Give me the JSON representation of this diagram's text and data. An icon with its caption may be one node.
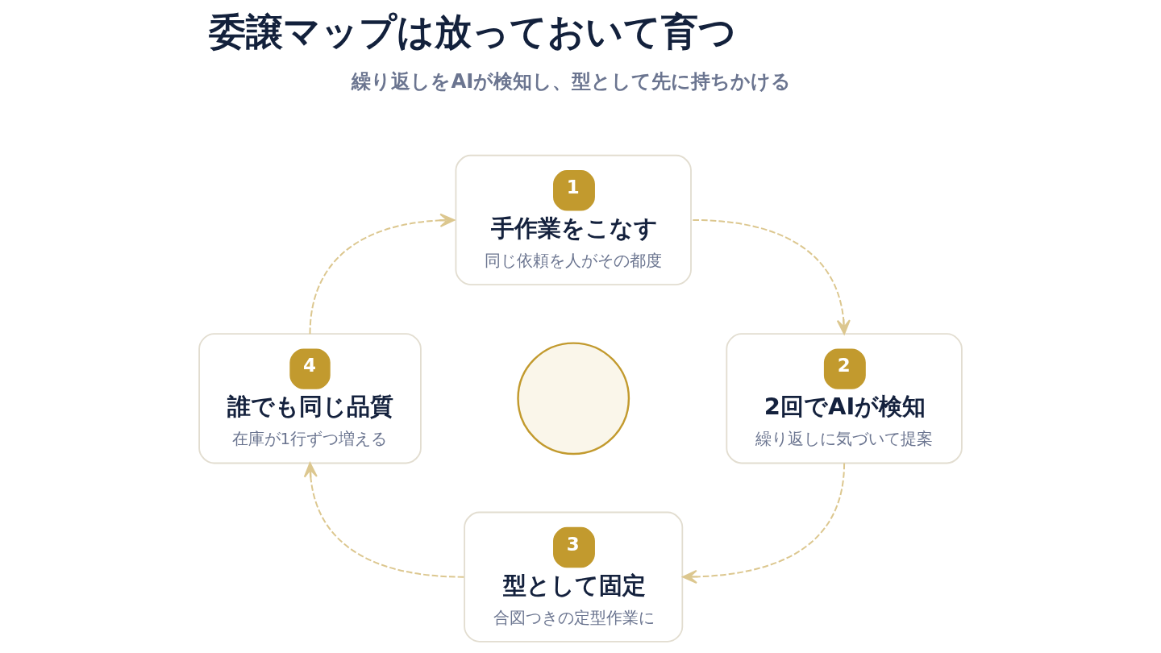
{
  "diagram": {
    "title": "委譲マップは放っておいて育つ",
    "nodes": [
      {
        "text": [
          "1",
          "手作業をこなす",
          "同じ依頼を人がその都度"
        ]
      },
      {
        "text": [
          "2",
          "2回でAIが検知",
          "繰り返しに気づいて提案"
        ]
      },
      {
        "text": [
          "3",
          "型として固定",
          "合図つきの定型作業に"
        ]
      },
      {
        "text": [
          "4",
          "誰でも同じ品質",
          "在庫が1行ずつ増える"
        ]
      },
      {
        "text": [],
        "shape": "circle"
      }
    ],
    "edges": [
      {
        "from": 0,
        "to": 1,
        "arrow": "to",
        "style": "dashed"
      },
      {
        "from": 1,
        "to": 2,
        "arrow": "to",
        "style": "dashed"
      },
      {
        "from": 2,
        "to": 3,
        "arrow": "to",
        "style": "dashed"
      },
      {
        "from": 3,
        "to": 0,
        "arrow": "to",
        "style": "dashed"
      }
    ],
    "labels": [
      "繰り返しをAIが検知し、型として先に持ちかける"
    ]
  }
}
